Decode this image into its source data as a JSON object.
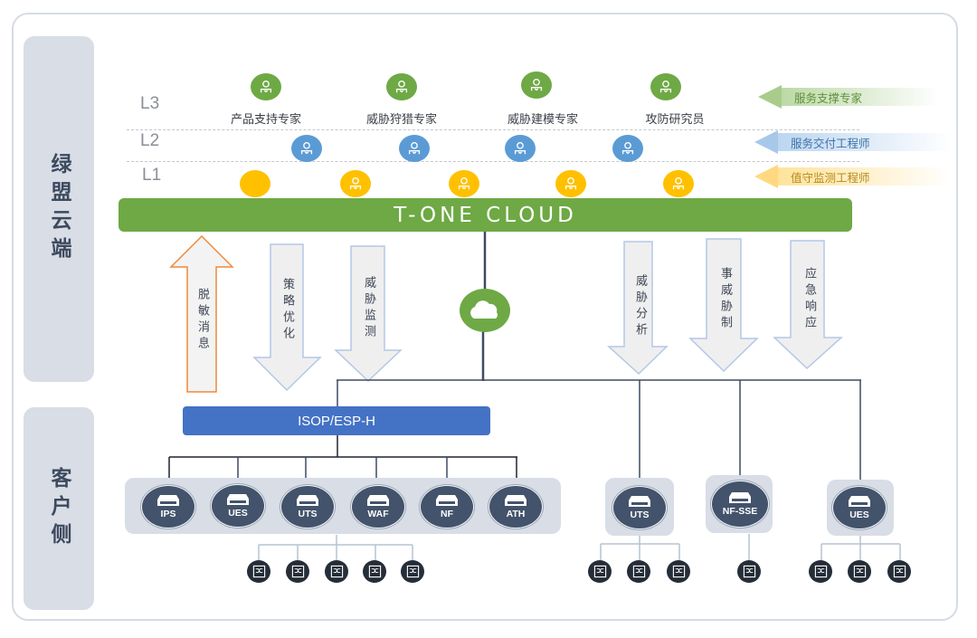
{
  "sections": {
    "cloud_side": "绿盟云端",
    "customer_side": "客户侧"
  },
  "levels": [
    "L3",
    "L2",
    "L1"
  ],
  "level3_roles": [
    "产品支持专家",
    "威胁狩猎专家",
    "威胁建模专家",
    "攻防研究员"
  ],
  "bands": [
    {
      "label": "服务支撑专家",
      "color": "#7fb04f",
      "text_color": "#5f8f3a"
    },
    {
      "label": "服务交付工程师",
      "color": "#5b9bd5",
      "text_color": "#3f72a8"
    },
    {
      "label": "值守监测工程师",
      "color": "#ffc000",
      "text_color": "#b88a15"
    }
  ],
  "colors": {
    "l3": "#6ea945",
    "l2": "#5b9bd5",
    "l1": "#ffc000",
    "cloud_bar": "#6ea945",
    "isop": "#4472c4",
    "device": "#43536b",
    "up_arrow_border": "#ed8a3d",
    "down_arrow_border": "#b4c7e7"
  },
  "cloud_bar": {
    "label": "T-ONE CLOUD"
  },
  "arrows": {
    "up": [
      "脱敏消息"
    ],
    "down_left": [
      "策略优化",
      "威胁监测"
    ],
    "down_right": [
      "威胁分析",
      "事威胁制",
      "应急响应"
    ]
  },
  "isop": {
    "label": "ISOP/ESP-H"
  },
  "devices_main": [
    "IPS",
    "UES",
    "UTS",
    "WAF",
    "NF",
    "ATH"
  ],
  "devices_standalone": [
    "UTS",
    "NF-SSE",
    "UES"
  ]
}
